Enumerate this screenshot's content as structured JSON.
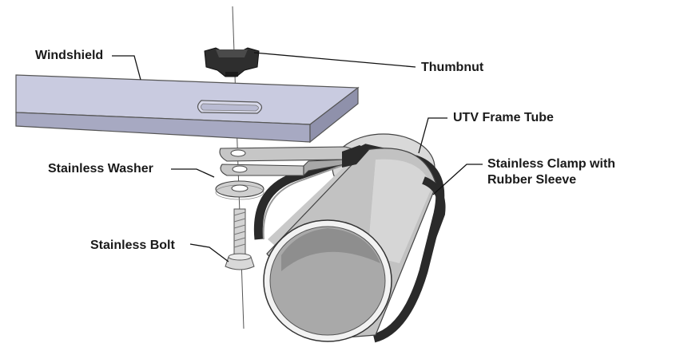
{
  "labels": {
    "windshield": "Windshield",
    "thumbnut": "Thumbnut",
    "frame_tube": "UTV Frame Tube",
    "washer": "Stainless Washer",
    "clamp_line1": "Stainless Clamp with",
    "clamp_line2": "Rubber Sleeve",
    "bolt": "Stainless Bolt"
  },
  "colors": {
    "windshield_top": "#c9cbe0",
    "windshield_edge": "#9b9db6",
    "tube": "#c7c7c7",
    "tube_dark": "#8f8f8f",
    "rubber": "#2a2a2a",
    "clamp_steel": "#bdbdbd",
    "thumbnut": "#333333",
    "leader": "#111111"
  }
}
